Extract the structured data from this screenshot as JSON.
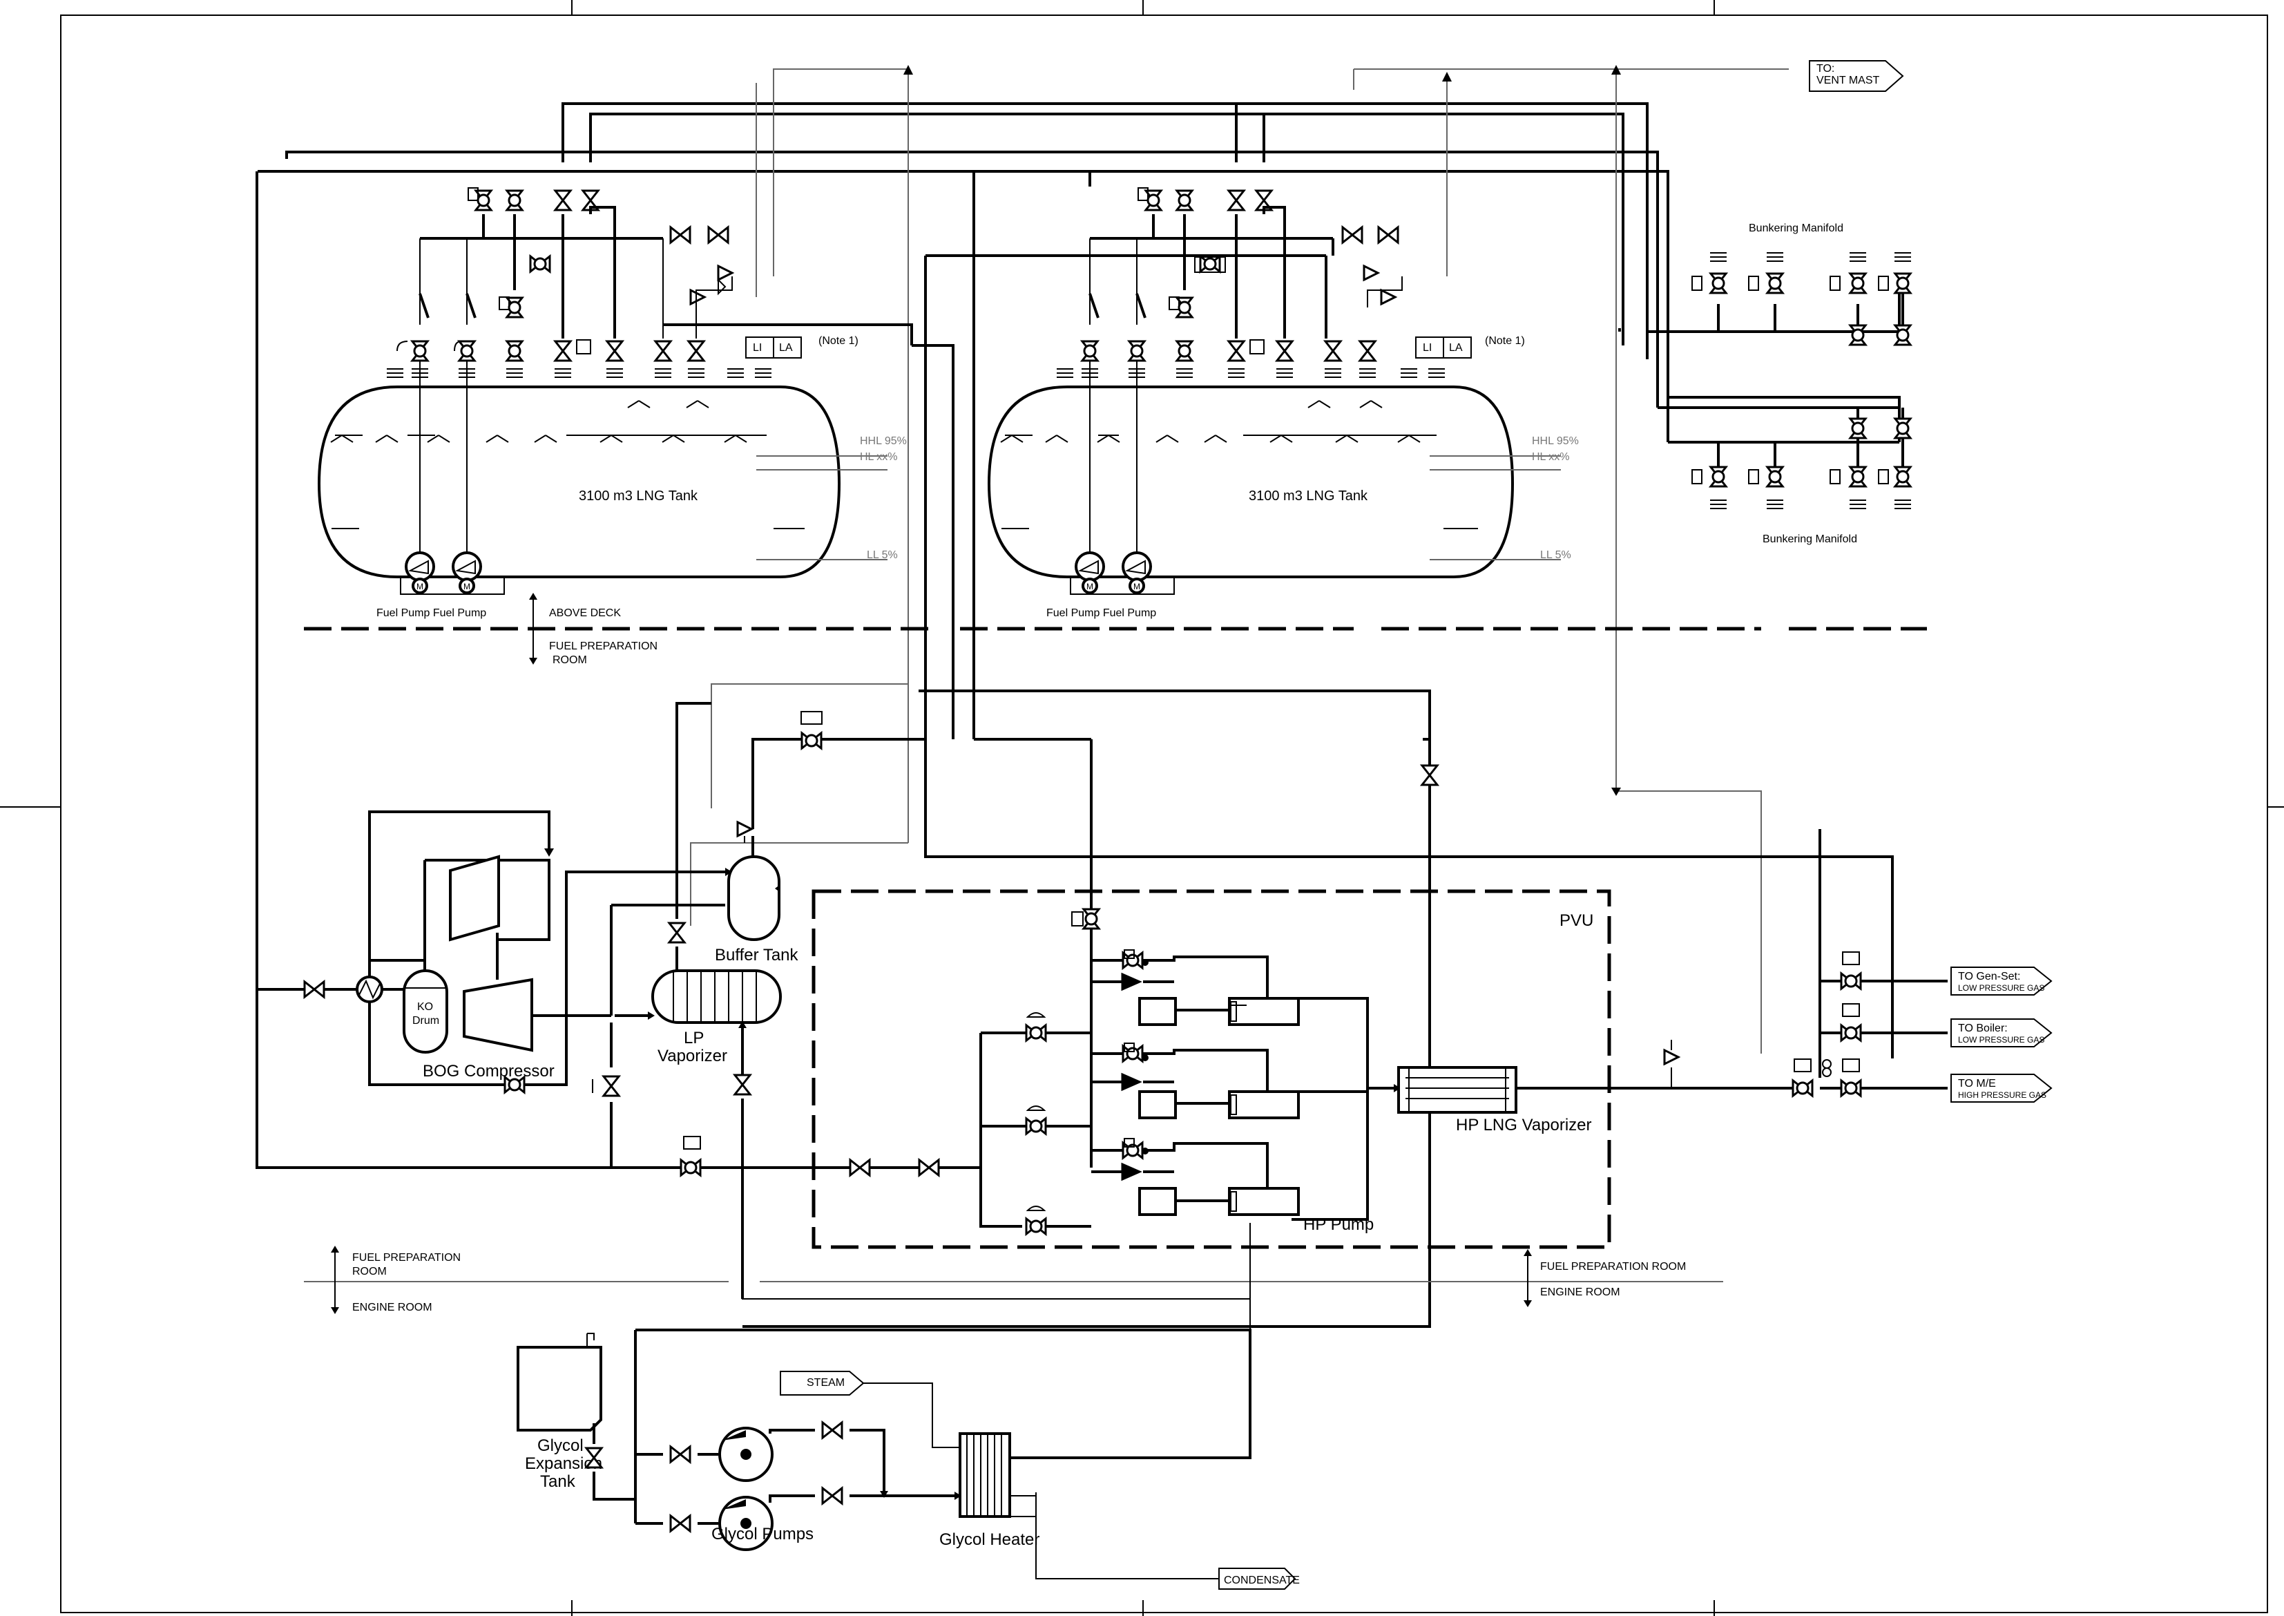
{
  "labels": {
    "vent_mast_1": "TO:",
    "vent_mast_2": "VENT MAST",
    "tank1": "3100 m3 LNG Tank",
    "tank2": "3100 m3 LNG Tank",
    "pump_labels_1": "Fuel Pump Fuel Pump",
    "pump_labels_2": "Fuel Pump Fuel Pump",
    "li": "LI",
    "la": "LA",
    "note1": "(Note 1)",
    "hhl": "HHL 95%",
    "hl": "HL xx%",
    "ll": "LL 5%",
    "above_deck": "ABOVE DECK",
    "fuel_prep_1": "FUEL PREPARATION",
    "fuel_prep_2": "ROOM",
    "bunkering_manifold_top": "Bunkering Manifold",
    "bunkering_manifold_bottom": "Bunkering Manifold",
    "pvu": "PVU",
    "buffer_tank": "Buffer Tank",
    "lp_vaporizer_1": "LP",
    "lp_vaporizer_2": "Vaporizer",
    "ko_drum_1": "KO",
    "ko_drum_2": "Drum",
    "bog_compressor": "BOG Compressor",
    "hp_pump": "HP Pump",
    "hp_lng_vaporizer": "HP LNG Vaporizer",
    "gen_set_1": "TO Gen-Set:",
    "gen_set_2": "LOW PRESSURE GAS",
    "boiler_1": "TO Boiler:",
    "boiler_2": "LOW PRESSURE GAS",
    "me_1": "TO M/E",
    "me_2": "HIGH PRESSURE GAS",
    "left_fuel_prep_1": "FUEL PREPARATION",
    "left_fuel_prep_2": "ROOM",
    "left_engine_room": "ENGINE ROOM",
    "right_fuel_prep": "FUEL PREPARATION ROOM",
    "right_engine_room": "ENGINE ROOM",
    "glycol_exp_1": "Glycol",
    "glycol_exp_2": "Expansion",
    "glycol_exp_3": "Tank",
    "steam": "STEAM",
    "glycol_pumps": "Glycol Pumps",
    "glycol_heater": "Glycol Heater",
    "condensate": "CONDENSATE"
  }
}
